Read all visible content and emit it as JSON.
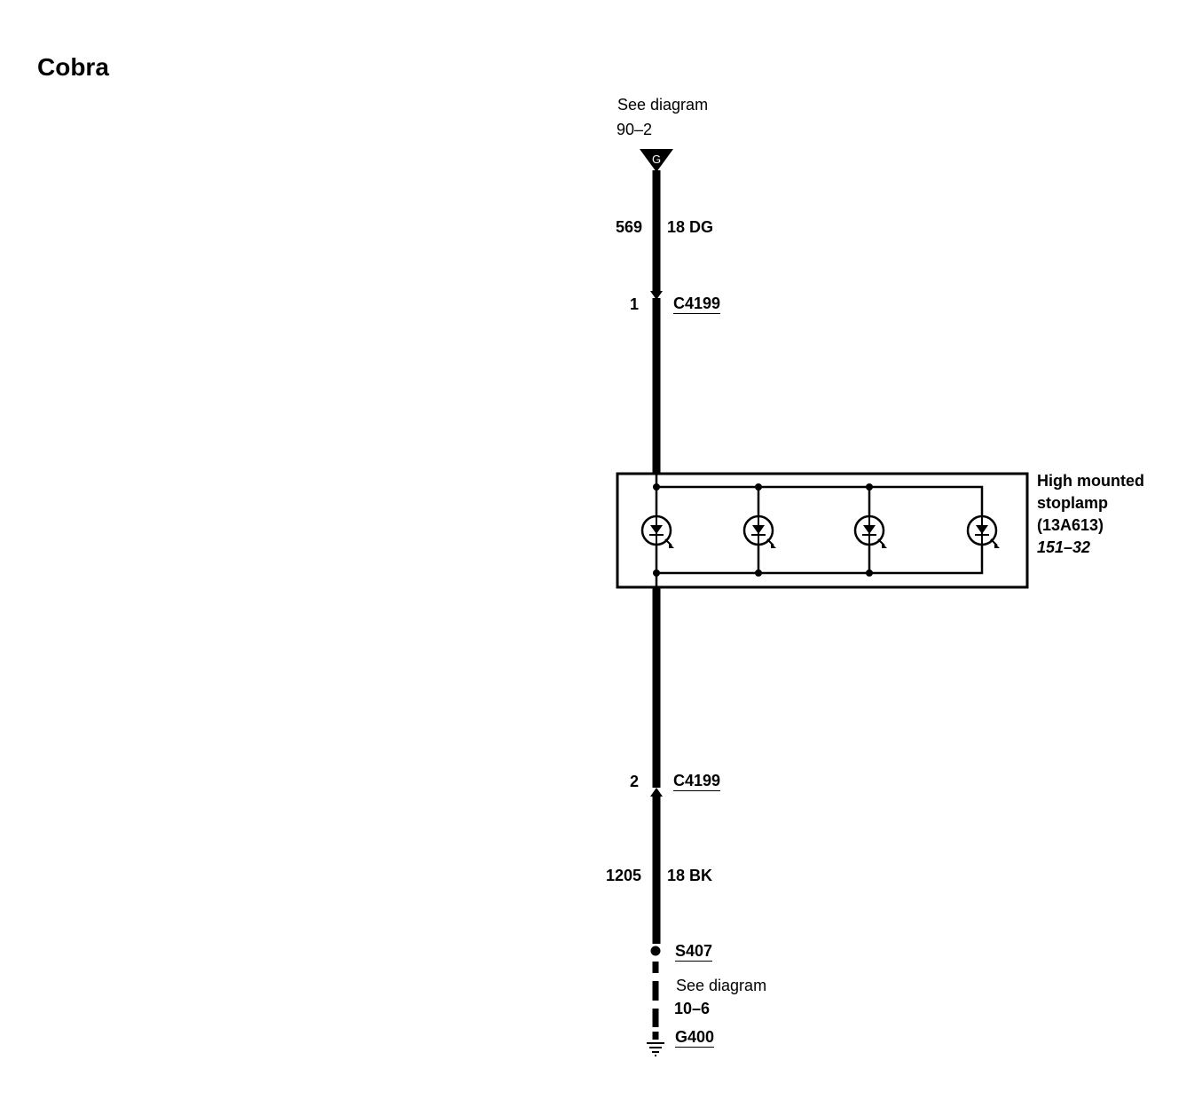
{
  "title": "Cobra",
  "top_ref": {
    "text": "See diagram",
    "page": "90–2",
    "symbol": "G"
  },
  "wire_upper": {
    "circuit": "569",
    "gauge_color": "18 DG"
  },
  "connector_top": {
    "pin": "1",
    "name": "C4199"
  },
  "component": {
    "line1": "High mounted",
    "line2": "stoplamp",
    "part": "(13A613)",
    "ref": "151–32"
  },
  "connector_bottom": {
    "pin": "2",
    "name": "C4199"
  },
  "wire_lower": {
    "circuit": "1205",
    "gauge_color": "18 BK"
  },
  "splice": "S407",
  "bottom_ref": {
    "text": "See diagram",
    "page": "10–6"
  },
  "ground": "G400"
}
